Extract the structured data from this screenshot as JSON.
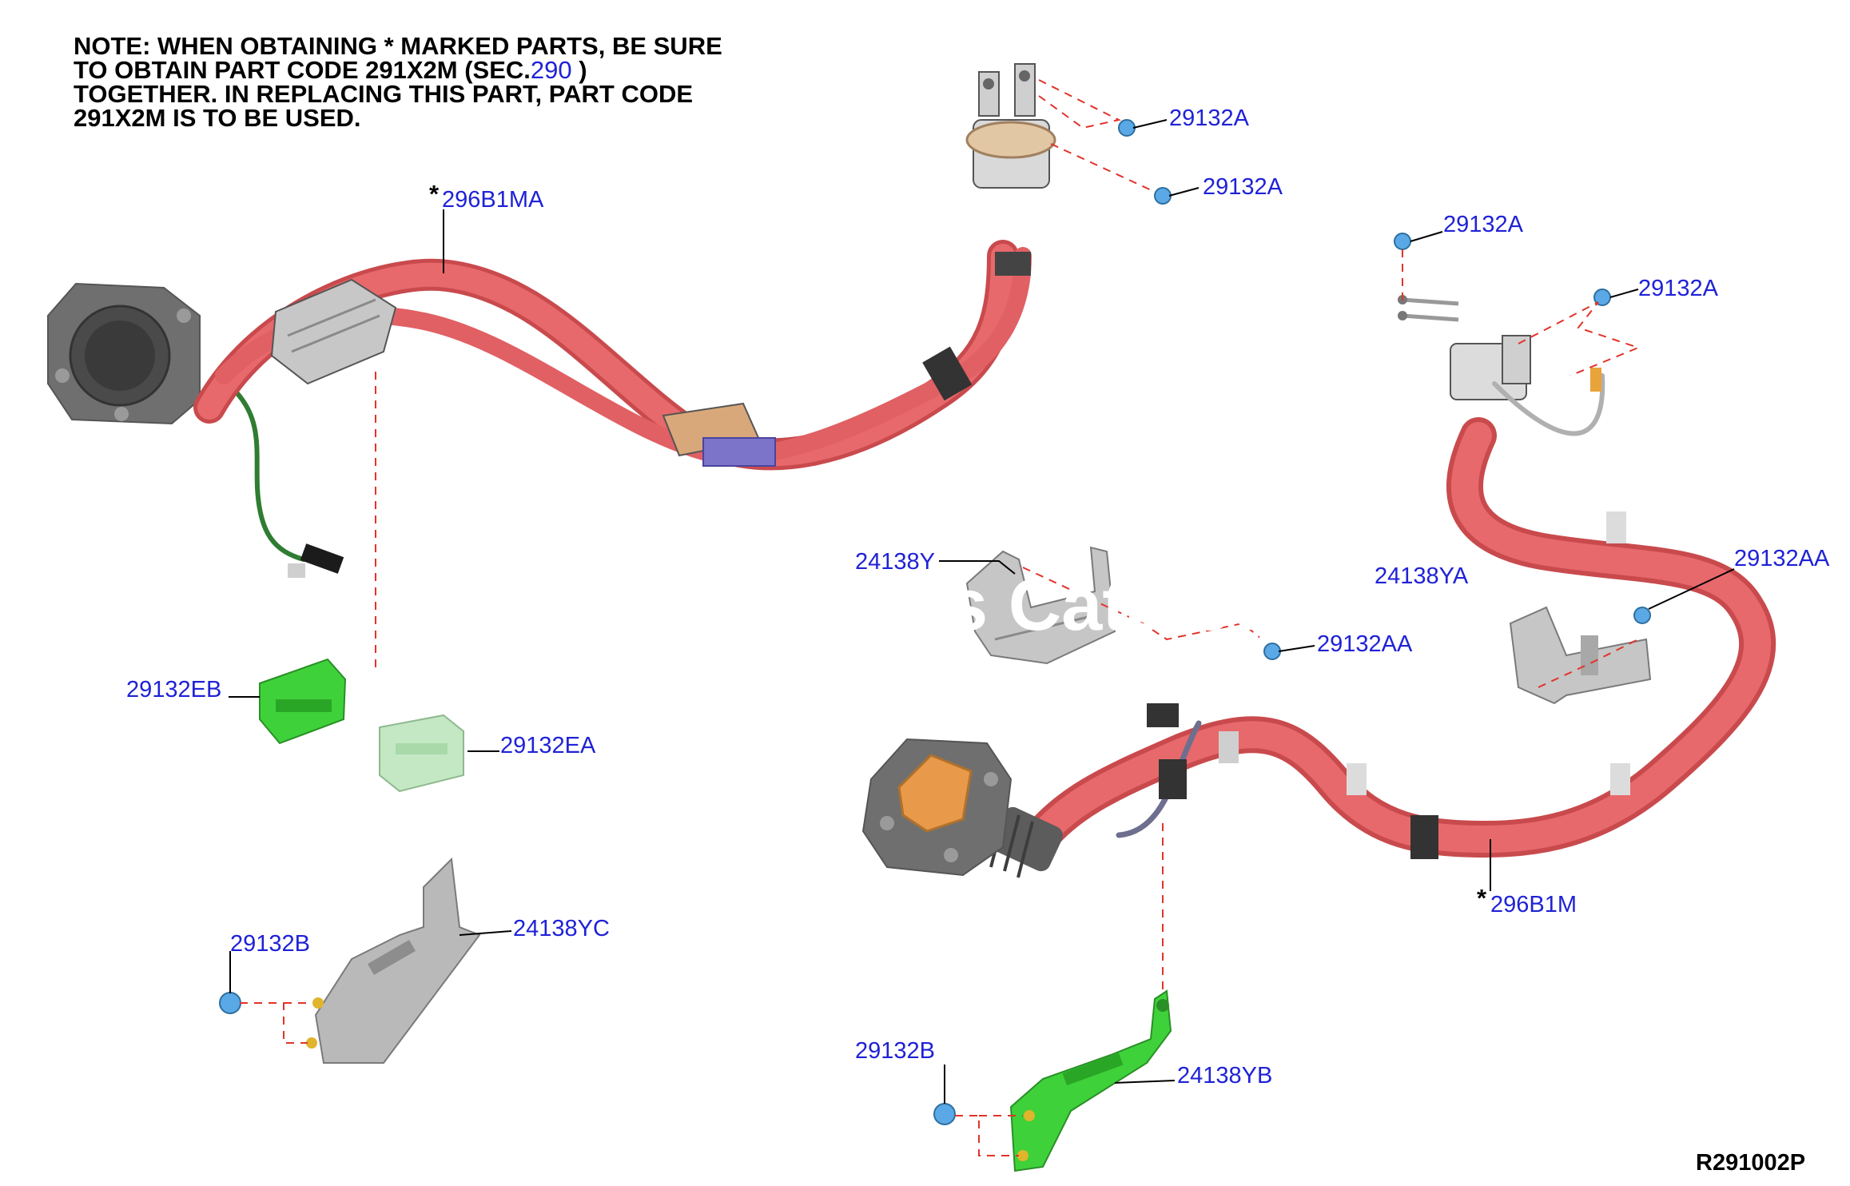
{
  "note": {
    "lines": [
      "NOTE: WHEN OBTAINING * MARKED PARTS, BE SURE",
      "TO OBTAIN PART CODE 291X2M (SEC.",
      "TOGETHER. IN REPLACING THIS PART, PART CODE",
      "291X2M IS TO BE USED."
    ],
    "section_ref": "290",
    "section_close": " )"
  },
  "callouts": {
    "harness_front": "296B1MA",
    "harness_rear": "296B1M",
    "bolt_a1": "29132A",
    "bolt_a2": "29132A",
    "bolt_a3": "29132A",
    "bolt_a4": "29132A",
    "bolt_aa1": "29132AA",
    "bolt_aa2": "29132AA",
    "bracket_y": "24138Y",
    "bracket_ya": "24138YA",
    "bracket_yb": "24138YB",
    "bracket_yc": "24138YC",
    "clip_eb": "29132EB",
    "clip_ea": "29132EA",
    "nut_b1": "29132B",
    "nut_b2": "29132B",
    "star_front": "*",
    "star_rear": "*"
  },
  "diagram_id": "R291002P",
  "watermark": "s Catalog                   O         CA",
  "colors": {
    "callout": "#1f22d6",
    "hose": "#e8696b",
    "hose_dark": "#c94a4d",
    "leader_dash": "#e2332b",
    "bracket_green": "#3fd13a",
    "clip_light_green": "#c3e8c3",
    "bracket_gray": "#b9b9b9"
  },
  "icons": {
    "charge_port_front": "charge-port-icon",
    "charge_port_rear": "charge-port-icon",
    "bolt": "bolt-icon",
    "nut": "nut-icon"
  }
}
